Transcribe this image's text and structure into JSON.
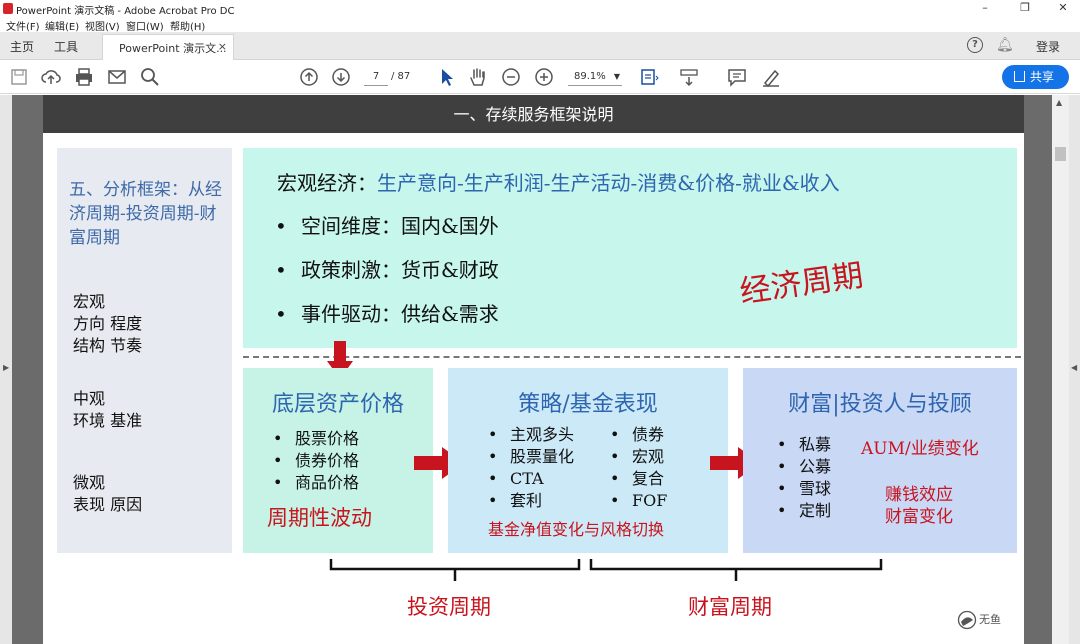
{
  "window": {
    "title": "PowerPoint 演示文稿 - Adobe Acrobat Pro DC",
    "controls": [
      "–",
      "❐",
      "✕"
    ]
  },
  "menu": [
    "文件(F)",
    "编辑(E)",
    "视图(V)",
    "窗口(W)",
    "帮助(H)"
  ],
  "tabs": {
    "home": "主页",
    "tools": "工具",
    "document": "PowerPoint 演示文...",
    "close": "×",
    "login": "登录"
  },
  "toolbar": {
    "page_current": "7",
    "page_total": "/ 87",
    "zoom": "89.1%",
    "share": "共享"
  },
  "slide": {
    "header": "一、存续服务框架说明",
    "left_title": "五、分析框架：从经济周期-投资周期-财富周期",
    "macro_label": "宏观",
    "macro_items": "方向 程度",
    "macro_items2": "结构 节奏",
    "meso_label": "中观",
    "meso_items": "环境 基准",
    "micro_label": "微观",
    "micro_items": "表现 原因",
    "macro_head_prefix": "宏观经济：",
    "macro_head_chain": "生产意向-生产利润-生产活动-消费&价格-就业&收入",
    "macro_bullets": [
      "空间维度：国内&国外",
      "政策刺激：货币&财政",
      "事件驱动：供给&需求"
    ],
    "economic_cycle": "经济周期",
    "box1": {
      "title": "底层资产价格",
      "items": [
        "股票价格",
        "债券价格",
        "商品价格"
      ],
      "footer": "周期性波动"
    },
    "box2": {
      "title": "策略/基金表现",
      "items_left": [
        "主观多头",
        "股票量化",
        "CTA",
        "套利"
      ],
      "items_right": [
        "债券",
        "宏观",
        "复合",
        "FOF"
      ],
      "footer": "基金净值变化与风格切换"
    },
    "box3": {
      "title": "财富|投资人与投顾",
      "items": [
        "私募",
        "公募",
        "雪球",
        "定制"
      ],
      "note1": "AUM/业绩变化",
      "note2a": "赚钱效应",
      "note2b": "财富变化"
    },
    "investment_cycle": "投资周期",
    "wealth_cycle": "财富周期",
    "logo_text": "无鱼"
  },
  "colors": {
    "accent_blue": "#2e65b0",
    "accent_red": "#c8141e",
    "share_button": "#1473e6"
  }
}
